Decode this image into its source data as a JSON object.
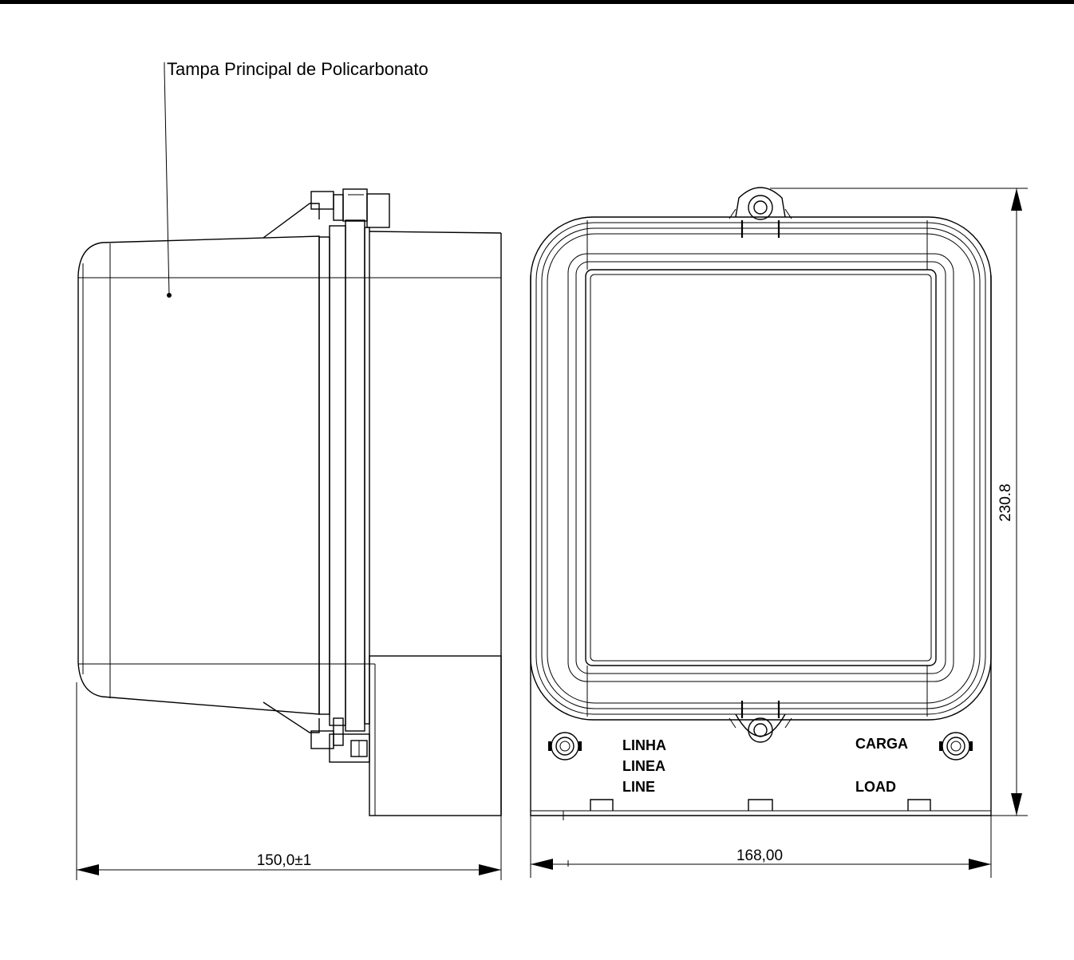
{
  "callout": {
    "label": "Tampa Principal de Policarbonato"
  },
  "dimensions": {
    "side_width": "150,0±1",
    "front_width": "168,00",
    "front_height": "230.8"
  },
  "terminals": {
    "line_labels": [
      "LINHA",
      "LINEA",
      "LINE"
    ],
    "load_labels": [
      "CARGA",
      "LOAD"
    ]
  }
}
